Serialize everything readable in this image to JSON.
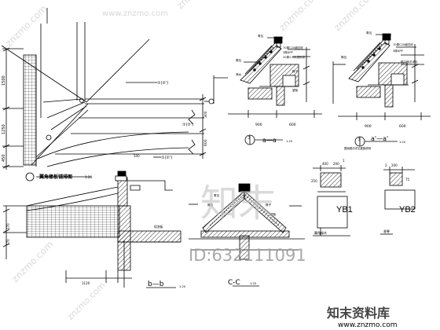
{
  "drawing": {
    "plan": {
      "title": "翼角椽板铺排图",
      "scale": "1:20",
      "marks": [
        "①(②')",
        "①(②')",
        "①(②')"
      ],
      "dims_left": [
        "1500",
        "1250",
        "450"
      ],
      "dims_right": [
        "300",
        "600"
      ],
      "dim_bottom": "500"
    },
    "section_aa": {
      "label": "a—a",
      "scale": "1:20",
      "marker": "3",
      "dims": [
        "900",
        "600"
      ],
      "notes": [
        "脊瓦",
        "筒瓦",
        "滴水",
        "70厚C20细石砼",
        "3厚APP",
        "20厚1:3水泥砂浆",
        "椽子",
        "望板"
      ]
    },
    "section_a2": {
      "label": "a'—a'",
      "scale": "1:20",
      "marker": "3",
      "dims": [
        "900",
        "600"
      ],
      "notes": [
        "脊瓦",
        "筒瓦",
        "70厚C20细石砼",
        "3厚APP",
        "檐口做法详见"
      ],
      "note_bottom": "屋面做法详见建施说明"
    },
    "section_bb": {
      "label": "b—b",
      "scale": "1:20",
      "dims": [
        "1120",
        "170",
        "170"
      ],
      "note": "现浇板"
    },
    "section_cc": {
      "label": "C-C",
      "scale": "1:20",
      "notes": [
        "脊瓦",
        "筒瓦",
        "椽子",
        "望板"
      ]
    },
    "yb1": {
      "label": "YB1",
      "caption": "翼角椽木",
      "dims": [
        "400",
        "200",
        "250"
      ],
      "tag": "1"
    },
    "yb2": {
      "label": "YB2",
      "caption": "垂脊",
      "dims": [
        "200",
        "75"
      ],
      "tag": "2"
    }
  },
  "watermarks": {
    "url": "www.znzmo.com",
    "logo": "知末",
    "id_text": "ID:632111091",
    "brand_cn": "知末资料库",
    "brand_url": "www.znzmo.com",
    "diag": "znzmo.com"
  },
  "colors": {
    "line": "#000000",
    "grid": "#333333",
    "watermark": "#bcbcbc",
    "brand": "#444444"
  }
}
